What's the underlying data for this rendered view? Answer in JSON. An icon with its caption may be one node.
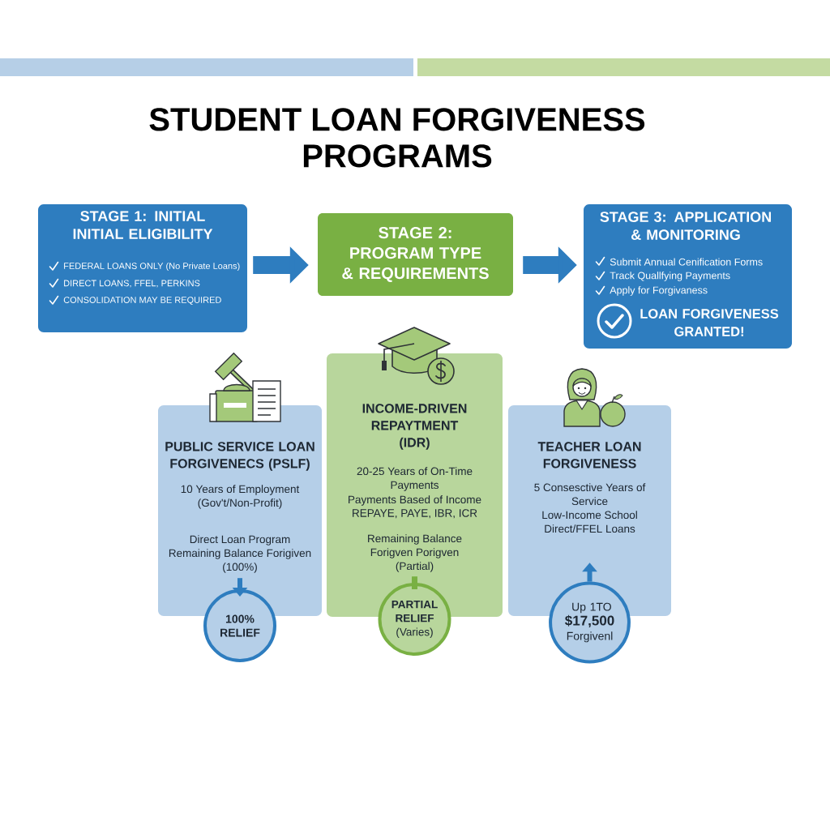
{
  "diagram": {
    "title": "STUDENT LOAN FORGIVENESS PROGRAMS",
    "nodes": [
      {
        "text": [
          "STAGE 1: INITIAL INITIAL ELIGIBILITY",
          "FEDERAL LOANS ONLY (No Private Loans)",
          "DIRECT LOANS, FFEL, PERKINS",
          "CONSOLIDATION MAY BE REQUIRED"
        ]
      },
      {
        "text": [
          "STAGE 2: PROGRAM TYPE & REQUIREMENTS"
        ]
      },
      {
        "text": [
          "STAGE 3: APPLICATION & MONITORING",
          "Submit Annual Cenification Forms",
          "Track Quallfying Payments",
          "Apply for Forgivaness",
          "LOAN FORGIVENESS GRANTED!"
        ]
      },
      {
        "text": [
          "PUBLIC SERVICE LOAN FORGIVENECS (PSLF)",
          "10 Years of Employment (Gov't/Non-Profit)",
          "Direct Loan Program",
          "Remaining Balance Forigiven (100%)"
        ]
      },
      {
        "text": [
          "100% RELIEF"
        ]
      },
      {
        "text": [
          "INCOME-DRIVEN REPAYTMENT (IDR)",
          "20-25 Years of On-Time Payments",
          "Payments Based of Income",
          "REPAYE, PAYE, IBR, ICR",
          "Remaining Balance Forigven Porigven (Partial)"
        ]
      },
      {
        "text": [
          "PARTIAL RELIEF",
          "(Varies)"
        ]
      },
      {
        "text": [
          "TEACHER LOAN FORGIVENESS",
          "5 Consesctive Years of Service",
          "Low-Income School",
          "Direct/FFEL Loans"
        ]
      },
      {
        "text": [
          "Up 1TO",
          "$17,500",
          "Forgivenl"
        ]
      }
    ],
    "edges": [
      {
        "from": 0,
        "to": 1,
        "arrow": "to",
        "style": "thick"
      },
      {
        "from": 1,
        "to": 2,
        "arrow": "to",
        "style": "thick"
      },
      {
        "from": 3,
        "to": 4,
        "arrow": "to"
      },
      {
        "from": 5,
        "to": 6,
        "arrow": "none",
        "color": "#79b043"
      },
      {
        "from": 8,
        "to": 7,
        "arrow": "to"
      }
    ]
  }
}
